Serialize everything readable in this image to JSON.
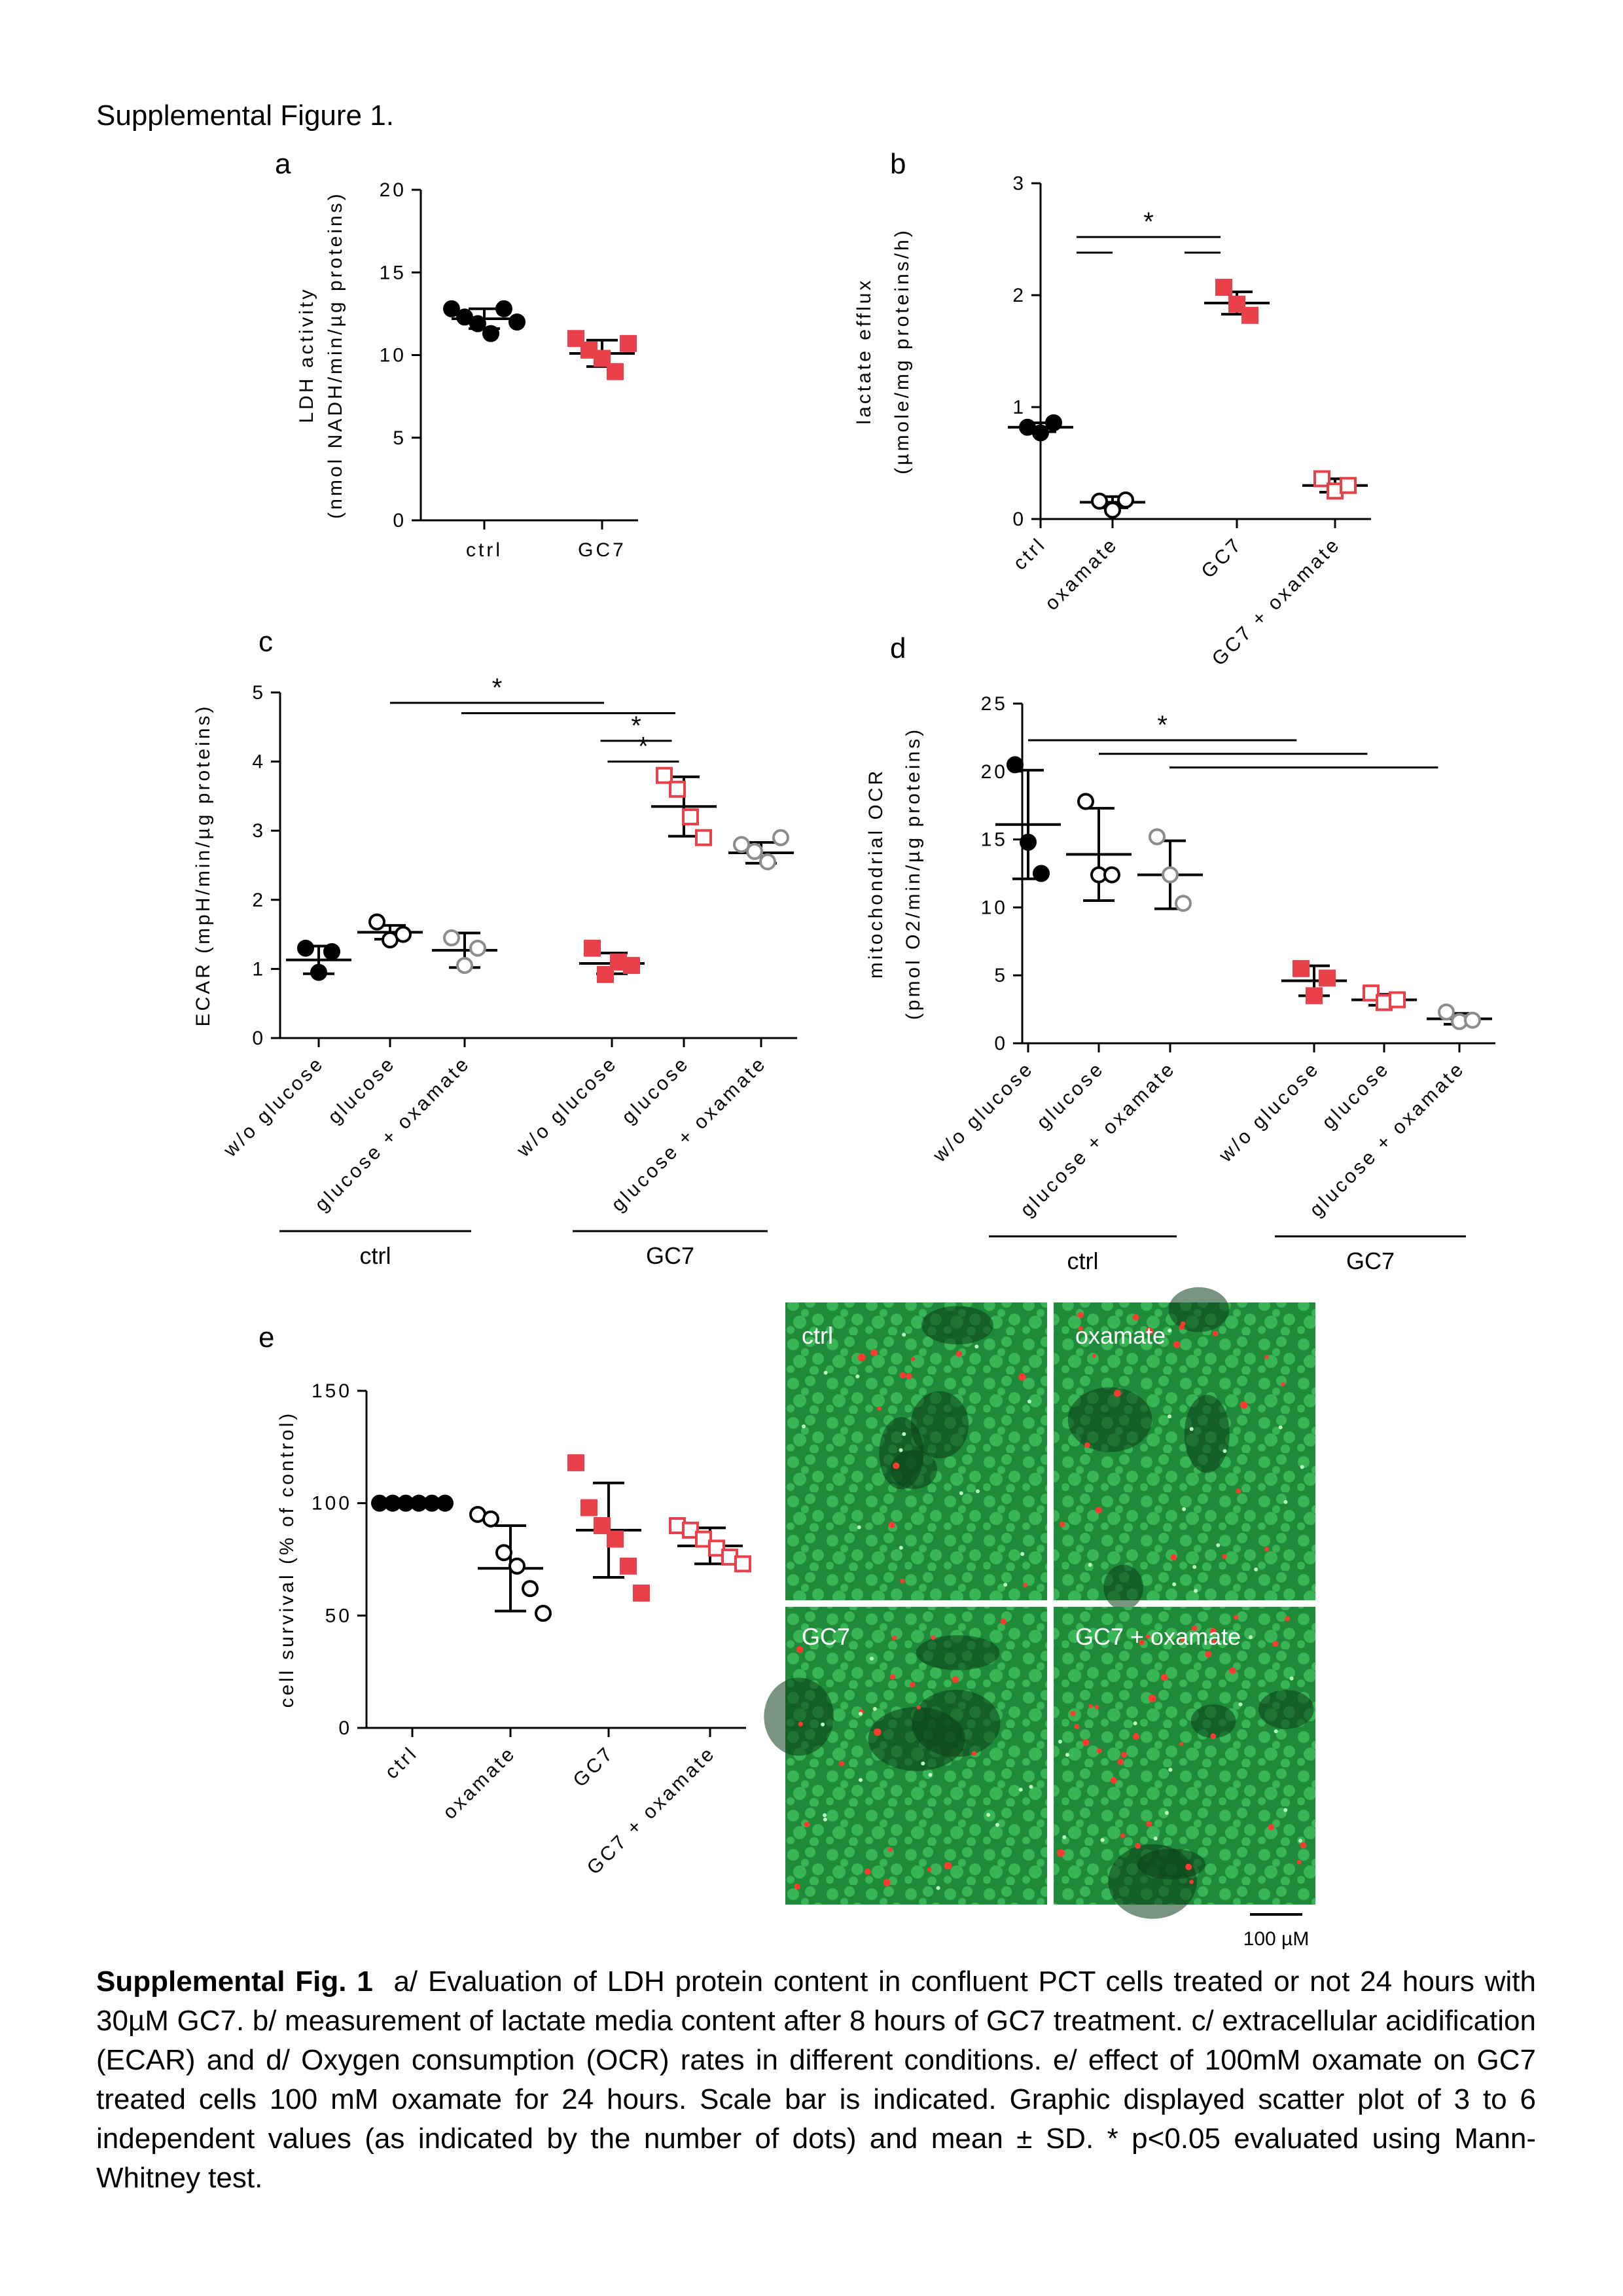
{
  "figure_title": "Supplemental Figure 1.",
  "caption": {
    "bold": "Supplemental Fig. 1",
    "text": "a/ Evaluation of LDH protein content in confluent PCT cells treated or not 24 hours with 30µM GC7. b/ measurement of lactate media content after 8 hours of GC7 treatment. c/ extracellular acidification (ECAR) and d/ Oxygen consumption (OCR) rates in different conditions. e/ effect of 100mM oxamate on GC7 treated cells 100 mM oxamate for 24 hours. Scale bar is indicated. Graphic displayed scatter plot of 3 to 6 independent values (as indicated by the number of dots) and mean ± SD. * p<0.05 evaluated using Mann-Whitney test."
  },
  "colors": {
    "black": "#000000",
    "red": "#e8414a",
    "gray": "#8c8c8c"
  },
  "chart_data": [
    {
      "id": "a",
      "panel_label": "a",
      "type": "scatter",
      "ylabel": "LDH activity",
      "ylabel2": "(nmol NADH/min/µg proteins)",
      "ylim": [
        0,
        20
      ],
      "yticks": [
        0,
        5,
        10,
        15,
        20
      ],
      "categories": [
        "ctrl",
        "GC7"
      ],
      "rotate": false,
      "groups": [
        {
          "color": "#000000",
          "filled": true,
          "mean": 12.2,
          "sd": 0.6,
          "points": [
            12.8,
            12.3,
            11.9,
            11.3,
            12.8,
            12.0
          ]
        },
        {
          "color": "#e8414a",
          "filled": true,
          "mean": 10.1,
          "sd": 0.8,
          "points": [
            11.0,
            10.3,
            9.8,
            9.0,
            10.7
          ]
        }
      ],
      "sig": [
        {
          "from": 0,
          "to": 0,
          "y": 0,
          "star": false
        }
      ],
      "brackets": []
    },
    {
      "id": "b",
      "panel_label": "b",
      "type": "scatter",
      "ylabel": "lactate efflux",
      "ylabel2": "(µmole/mg proteins/h)",
      "ylim": [
        0,
        3
      ],
      "yticks": [
        0,
        1,
        2,
        3
      ],
      "categories": [
        "ctrl",
        "oxamate",
        "GC7",
        "GC7 + oxamate"
      ],
      "rotate": true,
      "groups": [
        {
          "color": "#000000",
          "filled": true,
          "mean": 0.82,
          "sd": 0.04,
          "points": [
            0.82,
            0.77,
            0.86
          ]
        },
        {
          "color": "#000000",
          "filled": false,
          "mean": 0.15,
          "sd": 0.05,
          "points": [
            0.16,
            0.08,
            0.17
          ]
        },
        {
          "color": "#e8414a",
          "filled": true,
          "mean": 1.93,
          "sd": 0.1,
          "points": [
            2.07,
            1.92,
            1.82
          ]
        },
        {
          "color": "#e8414a",
          "filled": false,
          "mean": 0.3,
          "sd": 0.06,
          "points": [
            0.36,
            0.25,
            0.3
          ]
        }
      ],
      "sig": [
        {
          "from": 0.5,
          "to": 2.5,
          "y": 2.52,
          "star": true
        },
        {
          "from": 0.5,
          "to": 1.0,
          "y": 2.38,
          "star": false
        },
        {
          "from": 2.0,
          "to": 2.5,
          "y": 2.38,
          "star": false
        }
      ],
      "brackets": []
    },
    {
      "id": "c",
      "panel_label": "c",
      "type": "scatter",
      "ylabel": "ECAR (mpH/min/µg proteins)",
      "ylabel2": "",
      "ylim": [
        0,
        5
      ],
      "yticks": [
        0,
        1,
        2,
        3,
        4,
        5
      ],
      "categories": [
        "w/o glucose",
        "glucose",
        "glucose + oxamate",
        "w/o glucose",
        "glucose",
        "glucose + oxamate"
      ],
      "rotate": true,
      "groups": [
        {
          "color": "#000000",
          "filled": true,
          "mean": 1.13,
          "sd": 0.2,
          "points": [
            1.3,
            0.95,
            1.25
          ]
        },
        {
          "color": "#000000",
          "filled": false,
          "mean": 1.53,
          "sd": 0.1,
          "points": [
            1.68,
            1.42,
            1.5
          ]
        },
        {
          "color": "#8c8c8c",
          "filled": false,
          "mean": 1.27,
          "sd": 0.25,
          "points": [
            1.45,
            1.05,
            1.3
          ]
        },
        {
          "color": "#e8414a",
          "filled": true,
          "mean": 1.08,
          "sd": 0.15,
          "points": [
            1.3,
            0.92,
            1.1,
            1.05
          ]
        },
        {
          "color": "#e8414a",
          "filled": false,
          "mean": 3.35,
          "sd": 0.43,
          "points": [
            3.8,
            3.6,
            3.2,
            2.9
          ]
        },
        {
          "color": "#8c8c8c",
          "filled": false,
          "mean": 2.68,
          "sd": 0.15,
          "points": [
            2.8,
            2.7,
            2.55,
            2.9
          ]
        }
      ],
      "sig": [
        {
          "from": 1,
          "to": 4,
          "y": 4.85,
          "star": true
        },
        {
          "from": 2,
          "to": 5,
          "y": 4.7,
          "star": false
        },
        {
          "from": 3.95,
          "to": 4.95,
          "y": 4.3,
          "star": true
        },
        {
          "from": 4.05,
          "to": 5.05,
          "y": 4.0,
          "star": true
        }
      ],
      "brackets": [
        {
          "from": 0,
          "to": 2,
          "label": "ctrl"
        },
        {
          "from": 3,
          "to": 5,
          "label": "GC7"
        }
      ]
    },
    {
      "id": "d",
      "panel_label": "d",
      "type": "scatter",
      "ylabel": "mitochondrial OCR",
      "ylabel2": "(pmol O2/min/µg proteins)",
      "ylim": [
        0,
        25
      ],
      "yticks": [
        0,
        5,
        10,
        15,
        20,
        25
      ],
      "categories": [
        "w/o glucose",
        "glucose",
        "glucose + oxamate",
        "w/o glucose",
        "glucose",
        "glucose + oxamate"
      ],
      "rotate": true,
      "groups": [
        {
          "color": "#000000",
          "filled": true,
          "mean": 16.1,
          "sd": 4.0,
          "points": [
            20.5,
            14.8,
            12.5
          ]
        },
        {
          "color": "#000000",
          "filled": false,
          "mean": 13.9,
          "sd": 3.4,
          "points": [
            17.8,
            12.4,
            12.4
          ]
        },
        {
          "color": "#8c8c8c",
          "filled": false,
          "mean": 12.4,
          "sd": 2.5,
          "points": [
            15.2,
            12.4,
            10.3
          ]
        },
        {
          "color": "#e8414a",
          "filled": true,
          "mean": 4.6,
          "sd": 1.1,
          "points": [
            5.5,
            3.5,
            4.8
          ]
        },
        {
          "color": "#e8414a",
          "filled": false,
          "mean": 3.2,
          "sd": 0.4,
          "points": [
            3.7,
            3.0,
            3.2
          ]
        },
        {
          "color": "#8c8c8c",
          "filled": false,
          "mean": 1.8,
          "sd": 0.4,
          "points": [
            2.3,
            1.6,
            1.7
          ]
        }
      ],
      "sig": [
        {
          "from": 0,
          "to": 3.8,
          "y": 22.3,
          "star": true
        },
        {
          "from": 1,
          "to": 4.8,
          "y": 21.3,
          "star": false
        },
        {
          "from": 2,
          "to": 5.8,
          "y": 20.3,
          "star": false
        }
      ],
      "brackets": [
        {
          "from": 0,
          "to": 2,
          "label": "ctrl"
        },
        {
          "from": 3,
          "to": 5,
          "label": "GC7"
        }
      ]
    },
    {
      "id": "e",
      "panel_label": "e",
      "type": "scatter",
      "ylabel": "cell survival (% of control)",
      "ylabel2": "",
      "ylim": [
        0,
        150
      ],
      "yticks": [
        0,
        50,
        100,
        150
      ],
      "categories": [
        "ctrl",
        "oxamate",
        "GC7",
        "GC7 + oxamate"
      ],
      "rotate": true,
      "groups": [
        {
          "color": "#000000",
          "filled": true,
          "mean": 100,
          "sd": 0.5,
          "points": [
            100,
            100,
            100,
            100,
            100,
            100
          ]
        },
        {
          "color": "#000000",
          "filled": false,
          "mean": 71,
          "sd": 19,
          "points": [
            95,
            93,
            78,
            72,
            62,
            51
          ]
        },
        {
          "color": "#e8414a",
          "filled": true,
          "mean": 88,
          "sd": 21,
          "points": [
            118,
            98,
            90,
            84,
            72,
            60
          ]
        },
        {
          "color": "#e8414a",
          "filled": false,
          "mean": 81,
          "sd": 8,
          "points": [
            90,
            88,
            84,
            80,
            76,
            73
          ]
        }
      ],
      "sig": [],
      "brackets": []
    }
  ],
  "micrographs": {
    "panels": [
      {
        "label": "ctrl"
      },
      {
        "label": "oxamate"
      },
      {
        "label": "GC7"
      },
      {
        "label": "GC7 + oxamate"
      }
    ],
    "scale_bar": "100 µM"
  }
}
